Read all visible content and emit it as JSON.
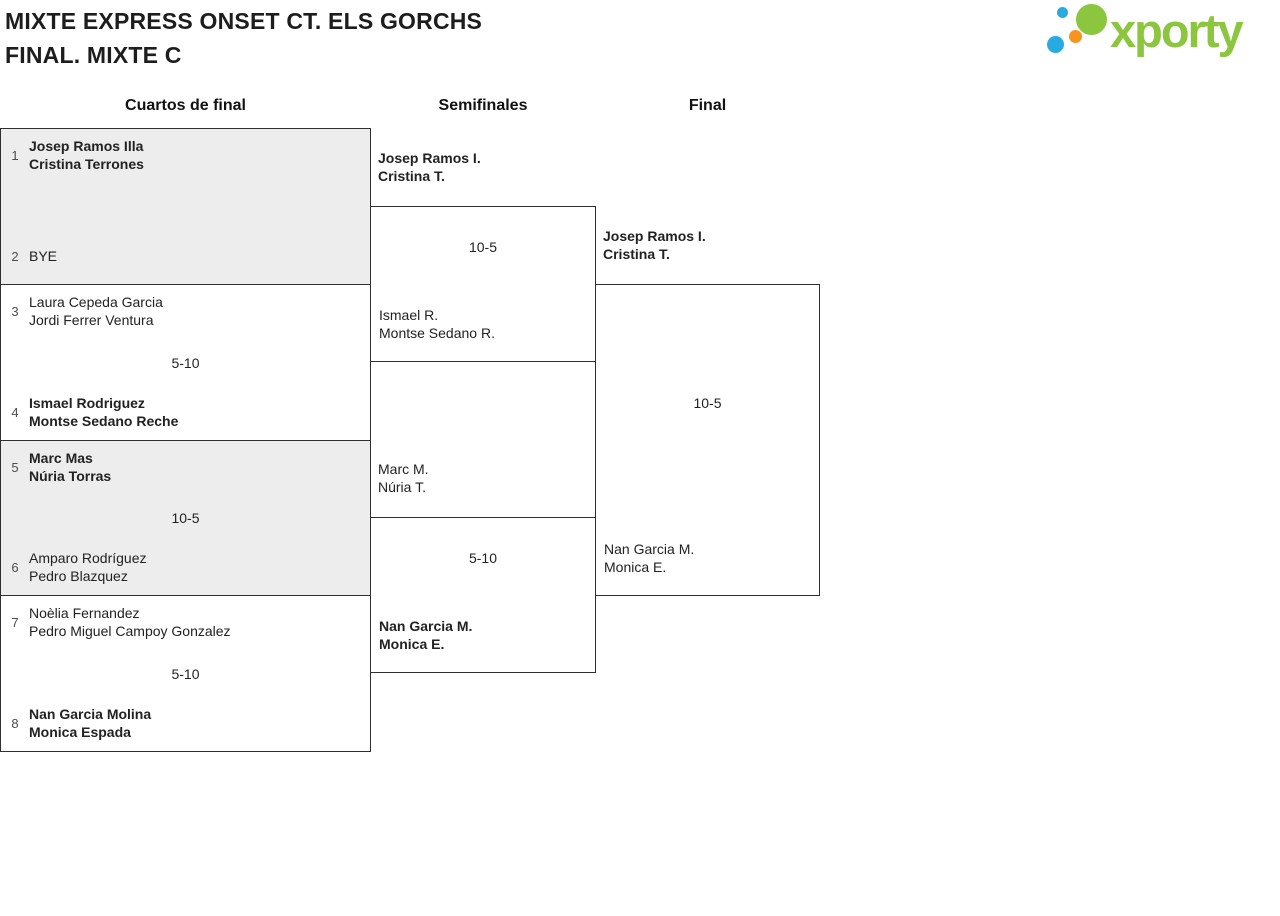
{
  "page": {
    "title_line1": "MIXTE EXPRESS ONSET CT. ELS GORCHS",
    "title_line2": "FINAL. MIXTE C"
  },
  "logo": {
    "text": "xporty",
    "colors": {
      "green": "#8CC63E",
      "blue": "#29ABE2",
      "orange": "#F7941D"
    }
  },
  "round_headers": {
    "quarterfinals": "Cuartos de final",
    "semifinals": "Semifinales",
    "final": "Final"
  },
  "bracket": {
    "quarterfinals": [
      {
        "top": {
          "seed": "1",
          "players": [
            "Josep Ramos Illa",
            "Cristina Terrones"
          ],
          "winner": true
        },
        "bottom": {
          "seed": "2",
          "players": [
            "BYE"
          ],
          "winner": false
        },
        "score": ""
      },
      {
        "top": {
          "seed": "3",
          "players": [
            "Laura Cepeda Garcia",
            "Jordi Ferrer Ventura"
          ],
          "winner": false
        },
        "bottom": {
          "seed": "4",
          "players": [
            "Ismael Rodriguez",
            "Montse Sedano Reche"
          ],
          "winner": true
        },
        "score": "5-10"
      },
      {
        "top": {
          "seed": "5",
          "players": [
            "Marc Mas",
            "Núria Torras"
          ],
          "winner": true
        },
        "bottom": {
          "seed": "6",
          "players": [
            "Amparo Rodríguez",
            "Pedro Blazquez"
          ],
          "winner": false
        },
        "score": "10-5"
      },
      {
        "top": {
          "seed": "7",
          "players": [
            "Noèlia Fernandez",
            "Pedro Miguel Campoy Gonzalez"
          ],
          "winner": false
        },
        "bottom": {
          "seed": "8",
          "players": [
            "Nan Garcia Molina",
            "Monica Espada"
          ],
          "winner": true
        },
        "score": "5-10"
      }
    ],
    "semifinals": [
      {
        "top": {
          "players": [
            "Josep Ramos I.",
            "Cristina T."
          ],
          "winner": true
        },
        "bottom": {
          "players": [
            "Ismael R.",
            "Montse Sedano R."
          ],
          "winner": false
        },
        "score": "10-5"
      },
      {
        "top": {
          "players": [
            "Marc M.",
            "Núria T."
          ],
          "winner": false
        },
        "bottom": {
          "players": [
            "Nan Garcia M.",
            "Monica E."
          ],
          "winner": true
        },
        "score": "5-10"
      }
    ],
    "final": {
      "top": {
        "players": [
          "Josep Ramos I.",
          "Cristina T."
        ],
        "winner": true
      },
      "bottom": {
        "players": [
          "Nan Garcia M.",
          "Monica E."
        ],
        "winner": false
      },
      "score": "10-5"
    }
  }
}
